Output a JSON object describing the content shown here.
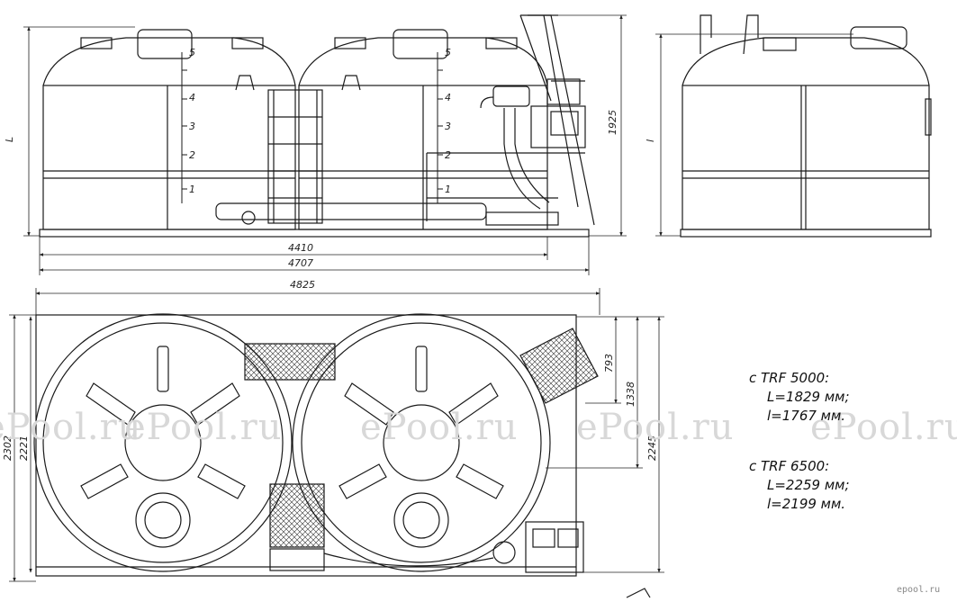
{
  "watermark": "ePool.ru",
  "brand_mark": "epool.ru",
  "side_view": {
    "dim_length_label": "L",
    "dim_height": "1925",
    "dim_inner": "4410",
    "dim_overall": "4707",
    "scale_marks": [
      "5",
      "4",
      "3",
      "2",
      "1"
    ]
  },
  "end_view": {
    "dim_length_label": "l"
  },
  "plan_view": {
    "dim_total_length": "4825",
    "dim_width_outer": "2302",
    "dim_width_inner": "2221",
    "dim_ladder": "793",
    "dim_offset_1": "1338",
    "dim_offset_2": "2245"
  },
  "notes": {
    "trf5000": {
      "title": "с TRF 5000:",
      "L": "L=1829 мм;",
      "l": "l=1767 мм."
    },
    "trf6500": {
      "title": "с TRF 6500:",
      "L": "L=2259 мм;",
      "l": "l=2199 мм."
    }
  },
  "colors": {
    "line": "#1a1a1a",
    "watermark": "#d8d8d8"
  }
}
